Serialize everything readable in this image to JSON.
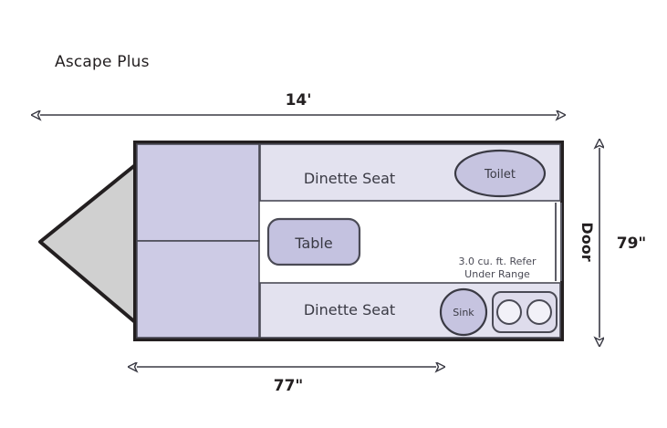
{
  "diagram": {
    "title": "Ascape Plus",
    "type": "rv-floorplan",
    "colors": {
      "outline": "#231f20",
      "bed_fill": "#cdcbe5",
      "seat_fill": "#e3e2ef",
      "table_fill": "#c4c2e0",
      "fixture_fill": "#c6c4e0",
      "nose_fill": "#d0d0d0",
      "stove_fill": "#dedcec",
      "background": "#ffffff",
      "text": "#231f20"
    },
    "dimensions": {
      "length": {
        "label": "14'",
        "name": "overall-length",
        "orientation": "horizontal",
        "position": "top"
      },
      "height": {
        "label": "79\"",
        "name": "interior-height",
        "orientation": "vertical",
        "position": "right"
      },
      "width": {
        "label": "77\"",
        "name": "interior-width",
        "orientation": "horizontal",
        "position": "bottom"
      }
    },
    "door": {
      "label": "Door",
      "side": "right"
    },
    "rooms": [
      {
        "name": "bed-upper",
        "label": ""
      },
      {
        "name": "bed-lower",
        "label": ""
      },
      {
        "name": "dinette-seat-top",
        "label": "Dinette Seat"
      },
      {
        "name": "dinette-seat-bottom",
        "label": "Dinette Seat"
      },
      {
        "name": "table",
        "label": "Table"
      }
    ],
    "fixtures": [
      {
        "name": "toilet",
        "label": "Toilet",
        "shape": "ellipse"
      },
      {
        "name": "sink",
        "label": "Sink",
        "shape": "circle"
      },
      {
        "name": "range",
        "label": "",
        "shape": "rounded-rect",
        "burners": 2
      }
    ],
    "annotations": [
      {
        "name": "refer-note-line-1",
        "label": "3.0 cu. ft. Refer"
      },
      {
        "name": "refer-note-line-2",
        "label": "Under Range"
      }
    ]
  }
}
